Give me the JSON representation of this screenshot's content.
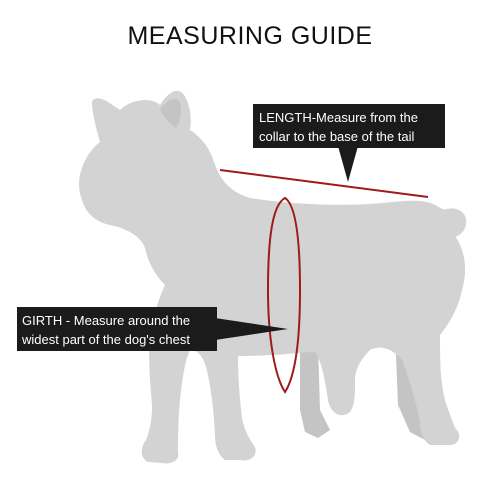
{
  "title": "MEASURING GUIDE",
  "callouts": {
    "length": {
      "line1": "LENGTH-Measure from the",
      "line2": "collar to the base of the tail"
    },
    "girth": {
      "line1": "GIRTH - Measure around the",
      "line2": "widest part of the dog's chest"
    }
  },
  "colors": {
    "dog": "#d3d3d3",
    "dog_shadow": "#c4c4c4",
    "measure_line": "#a01a1a",
    "callout_bg": "#1b1b1b",
    "callout_text": "#ffffff"
  }
}
